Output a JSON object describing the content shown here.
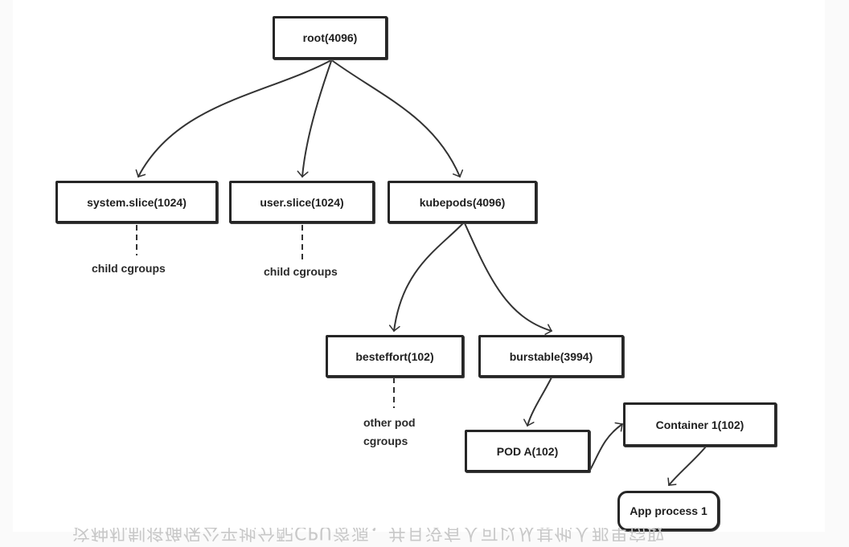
{
  "diagram": {
    "nodes": {
      "root": "root(4096)",
      "system_slice": "system.slice(1024)",
      "user_slice": "user.slice(1024)",
      "kubepods": "kubepods(4096)",
      "besteffort": "besteffort(102)",
      "burstable": "burstable(3994)",
      "pod_a": "POD A(102)",
      "container_1": "Container 1(102)",
      "app_process": "App process 1"
    },
    "notes": {
      "system_children": "child cgroups",
      "user_children": "child cgroups",
      "besteffort_line1": "other pod",
      "besteffort_line2": "cgroups"
    },
    "caption_mirrored": "这种机制将确保公平地分配CPU资源，并且没有人可以从其他人那里窃取"
  }
}
